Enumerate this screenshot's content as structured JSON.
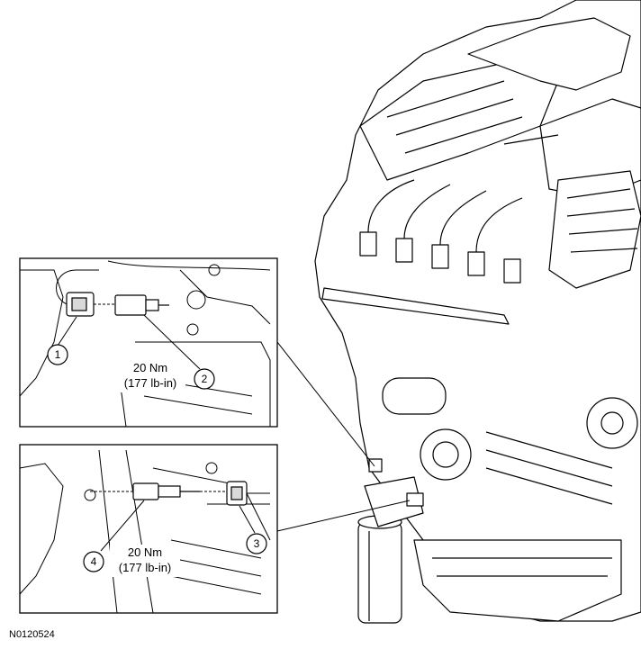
{
  "figure_code": "N0120524",
  "callouts": {
    "c1": "1",
    "c2": "2",
    "c3": "3",
    "c4": "4"
  },
  "torque_upper": {
    "metric": "20 Nm",
    "imperial": "(177 lb-in)"
  },
  "torque_lower": {
    "metric": "20 Nm",
    "imperial": "(177 lb-in)"
  }
}
